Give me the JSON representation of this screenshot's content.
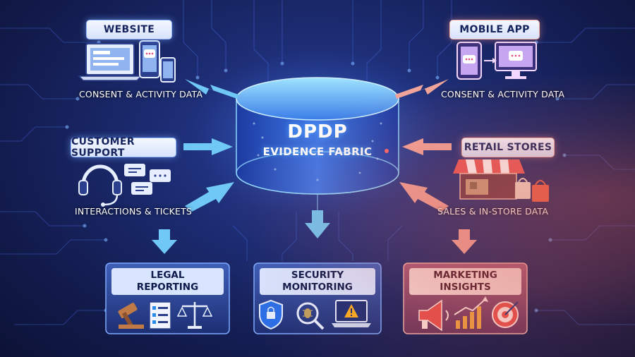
{
  "core": {
    "line1": "DPDP",
    "line2": "EVIDENCE FABRIC"
  },
  "sources": [
    {
      "label": "WEBSITE",
      "caption": "CONSENT & ACTIVITY DATA"
    },
    {
      "label": "MOBILE APP",
      "caption": "CONSENT & ACTIVITY DATA"
    },
    {
      "label": "CUSTOMER SUPPORT",
      "caption": "INTERACTIONS & TICKETS"
    },
    {
      "label": "RETAIL STORES",
      "caption": "SALES & IN-STORE DATA"
    }
  ],
  "outputs": [
    {
      "line1": "LEGAL",
      "line2": "REPORTING"
    },
    {
      "line1": "SECURITY",
      "line2": "MONITORING"
    },
    {
      "line1": "MARKETING",
      "line2": "INSIGHTS"
    }
  ],
  "colors": {
    "accent": "#3aa8ff",
    "warm": "#e86a5a",
    "arrow_cool": "#6fc8f5",
    "arrow_warm": "#f0a49a"
  },
  "icons": [
    "laptop-icon",
    "phone-icon",
    "chat-bubble-icon",
    "headset-icon",
    "storefront-icon",
    "shopping-bag-icon",
    "gavel-icon",
    "checklist-icon",
    "scales-icon",
    "shield-lock-icon",
    "bug-search-icon",
    "alert-laptop-icon",
    "megaphone-icon",
    "growth-chart-icon",
    "target-icon"
  ]
}
